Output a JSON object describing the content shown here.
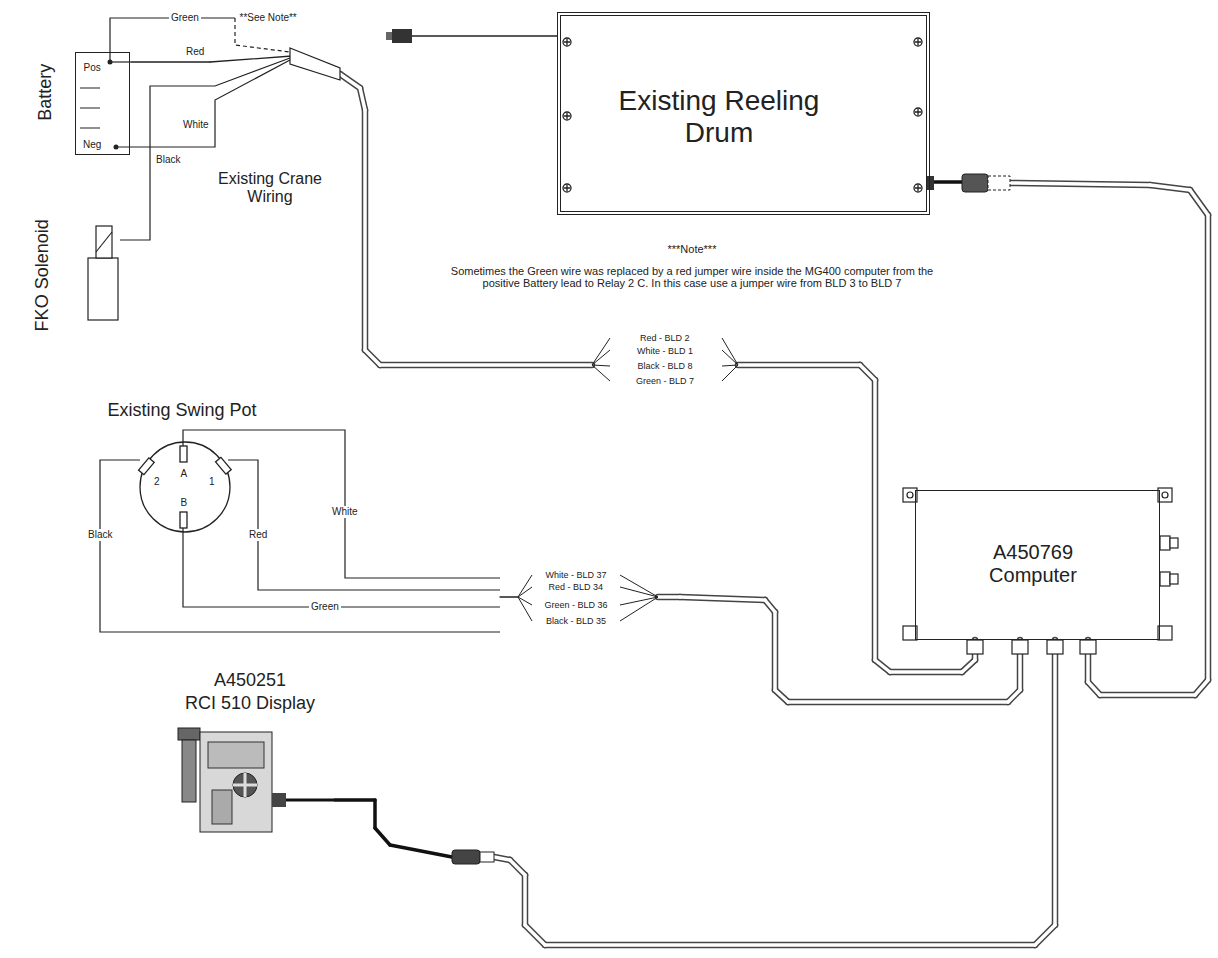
{
  "diagram": {
    "nodes": [
      {
        "text": [
          "Battery",
          "Pos",
          "Neg"
        ]
      },
      {
        "text": [
          "FKO Solenoid"
        ]
      },
      {
        "text": [
          "Existing Reeling Drum"
        ]
      },
      {
        "text": [
          "A450769 Computer"
        ]
      },
      {
        "text": [
          "Existing Swing Pot"
        ]
      },
      {
        "text": [
          "A450251",
          "RCI 510 Display"
        ]
      }
    ],
    "edges": [
      {
        "from": 0,
        "to": 3,
        "arrow": "none"
      },
      {
        "from": 2,
        "to": 3,
        "arrow": "none"
      },
      {
        "from": 4,
        "to": 3,
        "arrow": "none"
      },
      {
        "from": 5,
        "to": 3,
        "arrow": "none"
      }
    ],
    "labels": [
      "Green",
      "**See Note**",
      "Red",
      "White",
      "Black",
      "Existing Crane Wiring",
      "***Note***",
      "Sometimes the Green wire was replaced by a red jumper wire inside the MG400 computer from the positive Battery lead to Relay 2 C. In this case use a jumper wire from BLD 3 to BLD 7",
      "Red - BLD 2",
      "White - BLD 1",
      "Black - BLD 8",
      "Green - BLD 7",
      "2",
      "A",
      "1",
      "B",
      "White",
      "Red",
      "Black",
      "Green",
      "White - BLD 37",
      "Red - BLD 34",
      "Green - BLD 36",
      "Black - BLD 35"
    ]
  }
}
